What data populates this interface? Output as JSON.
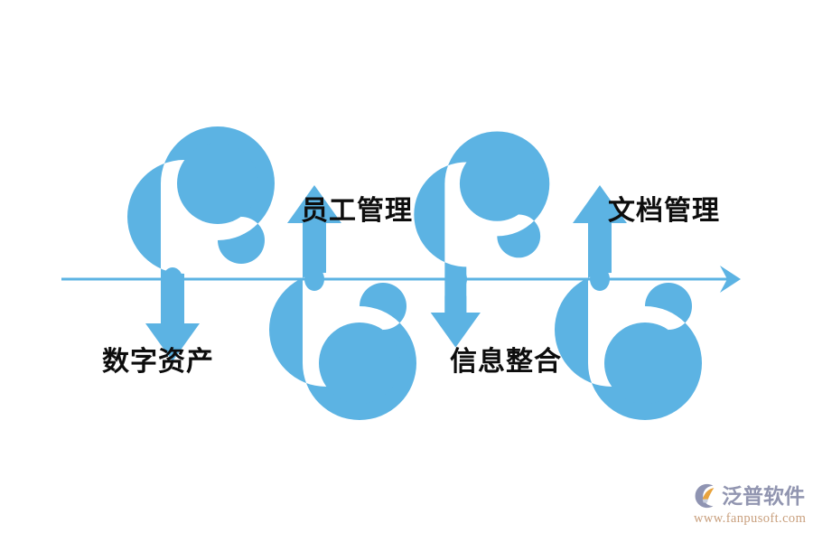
{
  "diagram": {
    "title": "",
    "type": "timeline-spiral-arrows",
    "colors": {
      "accent_blue": "#5cb3e3",
      "label_text": "#0d0d0d",
      "background": "#ffffff"
    },
    "axis": {
      "name": "timeline-axis",
      "direction": "left-to-right",
      "arrowhead": "right"
    },
    "nodes": [
      {
        "id": "node-1",
        "label": "数字资产",
        "marker": "timeline-dot",
        "arrow_side": "top",
        "arrow_direction": "down",
        "icon": "spiral-arrow-down-icon"
      },
      {
        "id": "node-2",
        "label": "员工管理",
        "marker": "timeline-dot",
        "arrow_side": "bottom",
        "arrow_direction": "up",
        "icon": "spiral-arrow-up-icon"
      },
      {
        "id": "node-3",
        "label": "信息整合",
        "marker": "timeline-dot",
        "arrow_side": "top",
        "arrow_direction": "down",
        "icon": "spiral-arrow-down-icon"
      },
      {
        "id": "node-4",
        "label": "文档管理",
        "marker": "timeline-dot",
        "arrow_side": "bottom",
        "arrow_direction": "up",
        "icon": "spiral-arrow-up-icon"
      }
    ]
  },
  "watermark": {
    "brand": "泛普软件",
    "url": "www.fanpusoft.com",
    "mark": "fanpu-logo-icon",
    "brand_color": "#9195b0",
    "url_color": "#c9a07e",
    "mark_colors": {
      "arc": "#8f94b2",
      "swoosh": "#e8a33d"
    }
  }
}
